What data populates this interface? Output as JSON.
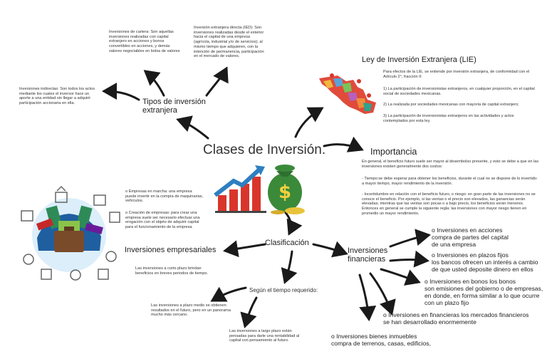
{
  "center_title": "Clases de Inversión.",
  "tipos": {
    "title": "Tipos de inversión\nextranjera",
    "cartera": "Inversiones de cartera: Son aquellas inversiones realizadas con capital extranjero en acciones y bonos convertibles en acciones, y demás valores negociables en bolsa de valores",
    "ied": "Inversión extranjera directa (IED): Son inversiones realizadas desde el exterior hacia el capital de una empresa (agrícola, industrial y/o de servicios); al mismo tiempo que adquieren, con la intención de permanencia, participación en el mercado de valores.",
    "indirectas": "Inversiones indirectas: Son todos los actos mediante los cuales el inversor hace un aporte a una entidad sin llegar a adquirir participación accionaria en ella."
  },
  "lie": {
    "title": "Ley de Inversión Extranjera (LIE)",
    "intro": "Para efectos de la LIE, se entiende por inversión extranjera, de conformidad con el Artículo 2°, fracción II:",
    "items": [
      "1)    La participación de inversionistas extranjeros, en cualquier proporción, en el capital social de sociedades mexicanas.",
      "2)    La realizada por sociedades mexicanas con mayoría de capital extranjero;",
      "3)    La participación de inversionistas extranjeros en las actividades y actos contemplados por esta ley."
    ]
  },
  "importancia": {
    "title": "Importancia",
    "intro": "En general, el beneficio futuro suele ser mayor al desembolso presente, y esto se debe a que en las inversiones existen generalmente dos costos:",
    "items": [
      "-        Tiempo:se debe esperar para obtener los beneficios, durante el cual no se dispone de lo invertido: a mayor tiempo, mayor rendimiento de la inversión.",
      "-        Incertidumbre en relación con el beneficio futuro, o riesgo: en gran parte de las inversiones no se conoce el beneficio. Por ejemplo, si las ventas o el precio son elevados, las ganancias serán elevadas; mientras que las ventas son pocas o a bajo precio, los beneficios serán menores. Entonces en general se cumple la siguiente regla: las inversiones con mayor riesgo tienen en promedio un mayor rendimiento."
    ]
  },
  "clasificacion": "Clasificación",
  "empresariales": {
    "title": "Inversiones empresariales",
    "marcha": "o          Empresas en marcha: una empresa puede invertir en la compra de maquinarias, vehículos.",
    "creacion": "o          Creación de empresas: para crear una empresa suele ser necesario efectuar una erogación con el objeto de adquirir capital para el funcionamiento de la empresa",
    "corto": "Las inversiones a corto plazo brindan beneficios en breves periodos de tiempo."
  },
  "tiempo": {
    "title": "Según el tiempo requerido:",
    "medio": "Las inversiones a plazo medio se obtienen resultados en el futuro, pero en un panorama mucho más cercano.",
    "largo": "Las inversiones a largo plazo están pensadas para darle una rentabilidad al capital con pensamiento al futuro."
  },
  "financieras": {
    "title": "Inversiones\nfinancieras",
    "items": [
      "o          Inversiones en acciones\ncompra de partes del capital\nde una empresa",
      "o          Inversiones en plazos fijos\nlos bancos ofrecen un interés a cambio\nde que usted deposite dinero en ellos",
      "o          Inversiones en bonos los bonos\nson emisiones del gobierno o de empresas,\nen donde, en forma similar a lo que ocurre\ncon un plazo fijo",
      "o          Inversiones en financieras los mercados financieros\nse han desarrollado enormemente",
      "o          Inversiones bienes inmuebles\ncompra de terrenos, casas, edificios,"
    ]
  },
  "colors": {
    "arrow": "#1a1a1a",
    "bar_red": "#d9352b",
    "arrow_blue": "#2d7fc1",
    "money_green": "#3a8a3a"
  }
}
